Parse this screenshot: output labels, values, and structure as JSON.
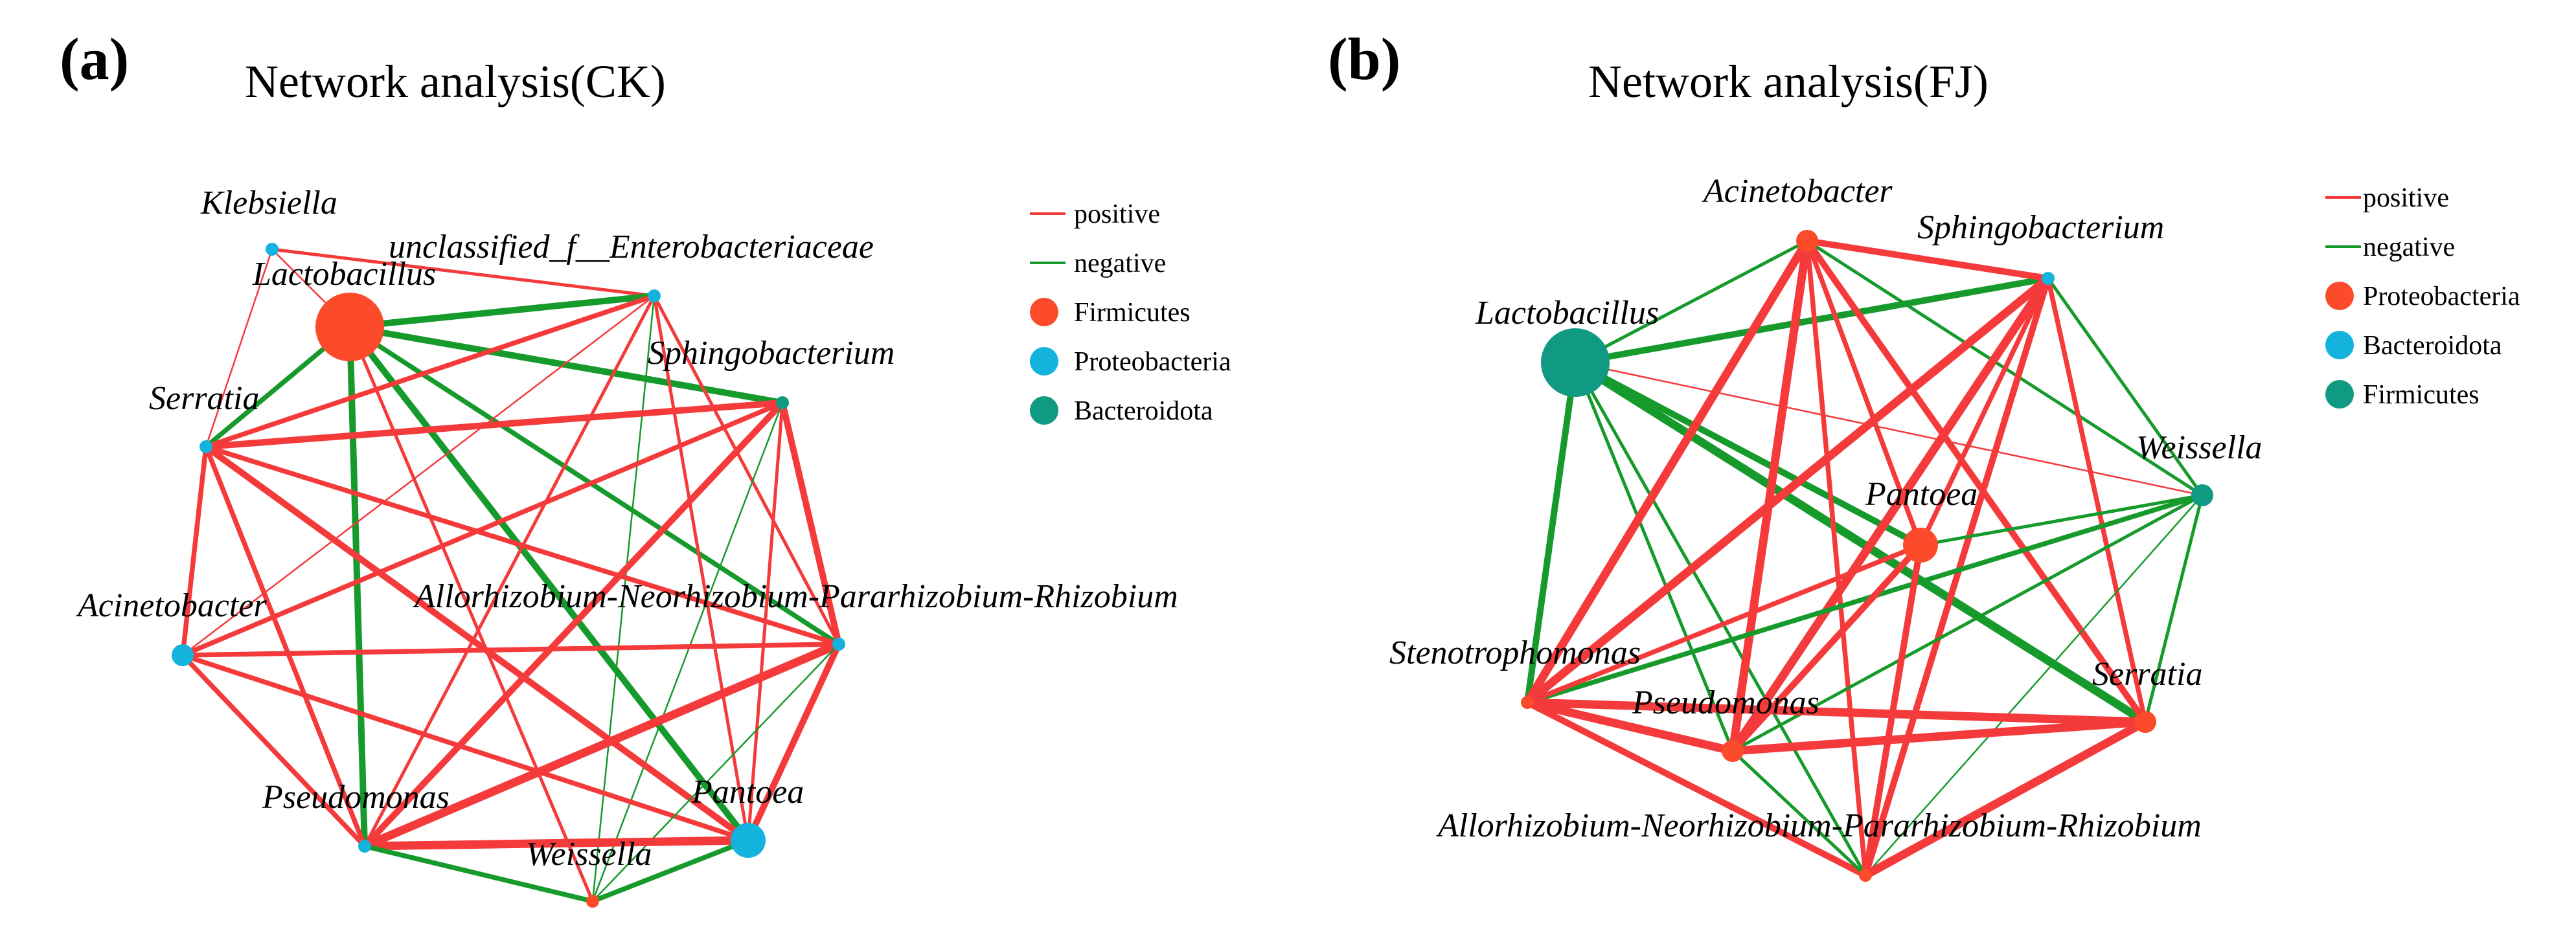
{
  "colors": {
    "positive": "#f43a3a",
    "negative": "#169a2c",
    "orange": "#fb4b2b",
    "cyan": "#13b3de",
    "teal": "#109a82"
  },
  "panels": [
    {
      "letter": "(a)",
      "title": "Network analysis(CK)",
      "legend": [
        {
          "kind": "line",
          "label": "positive",
          "color": "positive"
        },
        {
          "kind": "line",
          "label": "negative",
          "color": "negative"
        },
        {
          "kind": "dot",
          "label": "Firmicutes",
          "color": "orange"
        },
        {
          "kind": "dot",
          "label": "Proteobacteria",
          "color": "cyan"
        },
        {
          "kind": "dot",
          "label": "Bacteroidota",
          "color": "teal"
        }
      ],
      "nodes": [
        {
          "id": "klebsiella",
          "label": "Klebsiella",
          "color": "cyan",
          "size": 1
        },
        {
          "id": "lactobacillus",
          "label": "Lactobacillus",
          "color": "orange",
          "size": 5
        },
        {
          "id": "unclassified",
          "label": "unclassified_f__Enterobacteriaceae",
          "color": "cyan",
          "size": 1
        },
        {
          "id": "sphingobacterium",
          "label": "Sphingobacterium",
          "color": "teal",
          "size": 1
        },
        {
          "id": "serratia",
          "label": "Serratia",
          "color": "cyan",
          "size": 1
        },
        {
          "id": "acinetobacter",
          "label": "Acinetobacter",
          "color": "cyan",
          "size": 2
        },
        {
          "id": "allorhizobium",
          "label": "Allorhizobium-Neorhizobium-Pararhizobium-Rhizobium",
          "color": "cyan",
          "size": 1
        },
        {
          "id": "pseudomonas",
          "label": "Pseudomonas",
          "color": "cyan",
          "size": 1
        },
        {
          "id": "pantoea",
          "label": "Pantoea",
          "color": "cyan",
          "size": 3
        },
        {
          "id": "weissella",
          "label": "Weissella",
          "color": "orange",
          "size": 1
        }
      ],
      "edges": [
        {
          "from": "klebsiella",
          "to": "unclassified",
          "sign": "positive",
          "weight": 2
        },
        {
          "from": "klebsiella",
          "to": "lactobacillus",
          "sign": "positive",
          "weight": 1
        },
        {
          "from": "klebsiella",
          "to": "serratia",
          "sign": "positive",
          "weight": 1
        },
        {
          "from": "lactobacillus",
          "to": "unclassified",
          "sign": "negative",
          "weight": 4
        },
        {
          "from": "lactobacillus",
          "to": "sphingobacterium",
          "sign": "negative",
          "weight": 4
        },
        {
          "from": "lactobacillus",
          "to": "serratia",
          "sign": "negative",
          "weight": 3
        },
        {
          "from": "lactobacillus",
          "to": "allorhizobium",
          "sign": "negative",
          "weight": 3
        },
        {
          "from": "lactobacillus",
          "to": "pseudomonas",
          "sign": "negative",
          "weight": 4
        },
        {
          "from": "lactobacillus",
          "to": "pantoea",
          "sign": "negative",
          "weight": 4
        },
        {
          "from": "lactobacillus",
          "to": "weissella",
          "sign": "positive",
          "weight": 2
        },
        {
          "from": "unclassified",
          "to": "serratia",
          "sign": "positive",
          "weight": 3
        },
        {
          "from": "unclassified",
          "to": "acinetobacter",
          "sign": "positive",
          "weight": 1
        },
        {
          "from": "unclassified",
          "to": "pseudomonas",
          "sign": "positive",
          "weight": 2
        },
        {
          "from": "unclassified",
          "to": "pantoea",
          "sign": "positive",
          "weight": 2
        },
        {
          "from": "unclassified",
          "to": "weissella",
          "sign": "negative",
          "weight": 1
        },
        {
          "from": "unclassified",
          "to": "allorhizobium",
          "sign": "positive",
          "weight": 2
        },
        {
          "from": "sphingobacterium",
          "to": "serratia",
          "sign": "positive",
          "weight": 4
        },
        {
          "from": "sphingobacterium",
          "to": "acinetobacter",
          "sign": "positive",
          "weight": 3
        },
        {
          "from": "sphingobacterium",
          "to": "pseudomonas",
          "sign": "positive",
          "weight": 4
        },
        {
          "from": "sphingobacterium",
          "to": "pantoea",
          "sign": "positive",
          "weight": 2
        },
        {
          "from": "sphingobacterium",
          "to": "weissella",
          "sign": "negative",
          "weight": 1
        },
        {
          "from": "sphingobacterium",
          "to": "allorhizobium",
          "sign": "positive",
          "weight": 4
        },
        {
          "from": "serratia",
          "to": "acinetobacter",
          "sign": "positive",
          "weight": 3
        },
        {
          "from": "serratia",
          "to": "allorhizobium",
          "sign": "positive",
          "weight": 3
        },
        {
          "from": "serratia",
          "to": "pseudomonas",
          "sign": "positive",
          "weight": 3
        },
        {
          "from": "serratia",
          "to": "pantoea",
          "sign": "positive",
          "weight": 4
        },
        {
          "from": "acinetobacter",
          "to": "allorhizobium",
          "sign": "positive",
          "weight": 3
        },
        {
          "from": "acinetobacter",
          "to": "pseudomonas",
          "sign": "positive",
          "weight": 3
        },
        {
          "from": "acinetobacter",
          "to": "pantoea",
          "sign": "positive",
          "weight": 3
        },
        {
          "from": "allorhizobium",
          "to": "pseudomonas",
          "sign": "positive",
          "weight": 5
        },
        {
          "from": "allorhizobium",
          "to": "pantoea",
          "sign": "positive",
          "weight": 4
        },
        {
          "from": "allorhizobium",
          "to": "weissella",
          "sign": "negative",
          "weight": 1
        },
        {
          "from": "pseudomonas",
          "to": "pantoea",
          "sign": "positive",
          "weight": 5
        },
        {
          "from": "pseudomonas",
          "to": "weissella",
          "sign": "negative",
          "weight": 3
        },
        {
          "from": "weissella",
          "to": "pantoea",
          "sign": "negative",
          "weight": 3
        }
      ]
    },
    {
      "letter": "(b)",
      "title": "Network analysis(FJ)",
      "legend": [
        {
          "kind": "line",
          "label": "positive",
          "color": "positive"
        },
        {
          "kind": "line",
          "label": "negative",
          "color": "negative"
        },
        {
          "kind": "dot",
          "label": "Proteobacteria",
          "color": "orange"
        },
        {
          "kind": "dot",
          "label": "Bacteroidota",
          "color": "cyan"
        },
        {
          "kind": "dot",
          "label": "Firmicutes",
          "color": "teal"
        }
      ],
      "nodes": [
        {
          "id": "acinetobacter",
          "label": "Acinetobacter",
          "color": "orange",
          "size": 2
        },
        {
          "id": "sphingobacterium",
          "label": "Sphingobacterium",
          "color": "cyan",
          "size": 1
        },
        {
          "id": "lactobacillus",
          "label": "Lactobacillus",
          "color": "teal",
          "size": 5
        },
        {
          "id": "weissella",
          "label": "Weissella",
          "color": "teal",
          "size": 2
        },
        {
          "id": "pantoea",
          "label": "Pantoea",
          "color": "orange",
          "size": 3
        },
        {
          "id": "stenotrophomonas",
          "label": "Stenotrophomonas",
          "color": "orange",
          "size": 1
        },
        {
          "id": "pseudomonas",
          "label": "Pseudomonas",
          "color": "orange",
          "size": 2
        },
        {
          "id": "serratia",
          "label": "Serratia",
          "color": "orange",
          "size": 2
        },
        {
          "id": "allorhizobium",
          "label": "Allorhizobium-Neorhizobium-Pararhizobium-Rhizobium",
          "color": "orange",
          "size": 1
        }
      ],
      "edges": [
        {
          "from": "lactobacillus",
          "to": "acinetobacter",
          "sign": "negative",
          "weight": 2
        },
        {
          "from": "lactobacillus",
          "to": "sphingobacterium",
          "sign": "negative",
          "weight": 4
        },
        {
          "from": "lactobacillus",
          "to": "weissella",
          "sign": "positive",
          "weight": 1
        },
        {
          "from": "lactobacillus",
          "to": "pantoea",
          "sign": "negative",
          "weight": 4
        },
        {
          "from": "lactobacillus",
          "to": "serratia",
          "sign": "negative",
          "weight": 5
        },
        {
          "from": "lactobacillus",
          "to": "stenotrophomonas",
          "sign": "negative",
          "weight": 4
        },
        {
          "from": "lactobacillus",
          "to": "pseudomonas",
          "sign": "negative",
          "weight": 2
        },
        {
          "from": "lactobacillus",
          "to": "allorhizobium",
          "sign": "negative",
          "weight": 2
        },
        {
          "from": "acinetobacter",
          "to": "sphingobacterium",
          "sign": "positive",
          "weight": 4
        },
        {
          "from": "acinetobacter",
          "to": "weissella",
          "sign": "negative",
          "weight": 2
        },
        {
          "from": "acinetobacter",
          "to": "stenotrophomonas",
          "sign": "positive",
          "weight": 5
        },
        {
          "from": "acinetobacter",
          "to": "pseudomonas",
          "sign": "positive",
          "weight": 5
        },
        {
          "from": "acinetobacter",
          "to": "serratia",
          "sign": "positive",
          "weight": 4
        },
        {
          "from": "acinetobacter",
          "to": "pantoea",
          "sign": "positive",
          "weight": 3
        },
        {
          "from": "acinetobacter",
          "to": "allorhizobium",
          "sign": "positive",
          "weight": 3
        },
        {
          "from": "sphingobacterium",
          "to": "weissella",
          "sign": "negative",
          "weight": 2
        },
        {
          "from": "sphingobacterium",
          "to": "stenotrophomonas",
          "sign": "positive",
          "weight": 5
        },
        {
          "from": "sphingobacterium",
          "to": "pseudomonas",
          "sign": "positive",
          "weight": 5
        },
        {
          "from": "sphingobacterium",
          "to": "serratia",
          "sign": "positive",
          "weight": 3
        },
        {
          "from": "sphingobacterium",
          "to": "allorhizobium",
          "sign": "positive",
          "weight": 4
        },
        {
          "from": "sphingobacterium",
          "to": "pantoea",
          "sign": "positive",
          "weight": 3
        },
        {
          "from": "weissella",
          "to": "stenotrophomonas",
          "sign": "negative",
          "weight": 3
        },
        {
          "from": "weissella",
          "to": "pseudomonas",
          "sign": "negative",
          "weight": 2
        },
        {
          "from": "weissella",
          "to": "serratia",
          "sign": "negative",
          "weight": 2
        },
        {
          "from": "weissella",
          "to": "allorhizobium",
          "sign": "negative",
          "weight": 1
        },
        {
          "from": "weissella",
          "to": "pantoea",
          "sign": "negative",
          "weight": 2
        },
        {
          "from": "pantoea",
          "to": "stenotrophomonas",
          "sign": "positive",
          "weight": 3
        },
        {
          "from": "pantoea",
          "to": "pseudomonas",
          "sign": "positive",
          "weight": 4
        },
        {
          "from": "pantoea",
          "to": "allorhizobium",
          "sign": "positive",
          "weight": 4
        },
        {
          "from": "stenotrophomonas",
          "to": "pseudomonas",
          "sign": "positive",
          "weight": 5
        },
        {
          "from": "stenotrophomonas",
          "to": "serratia",
          "sign": "positive",
          "weight": 5
        },
        {
          "from": "stenotrophomonas",
          "to": "allorhizobium",
          "sign": "positive",
          "weight": 4
        },
        {
          "from": "pseudomonas",
          "to": "serratia",
          "sign": "positive",
          "weight": 5
        },
        {
          "from": "pseudomonas",
          "to": "allorhizobium",
          "sign": "negative",
          "weight": 2
        },
        {
          "from": "serratia",
          "to": "allorhizobium",
          "sign": "positive",
          "weight": 5
        }
      ]
    }
  ]
}
